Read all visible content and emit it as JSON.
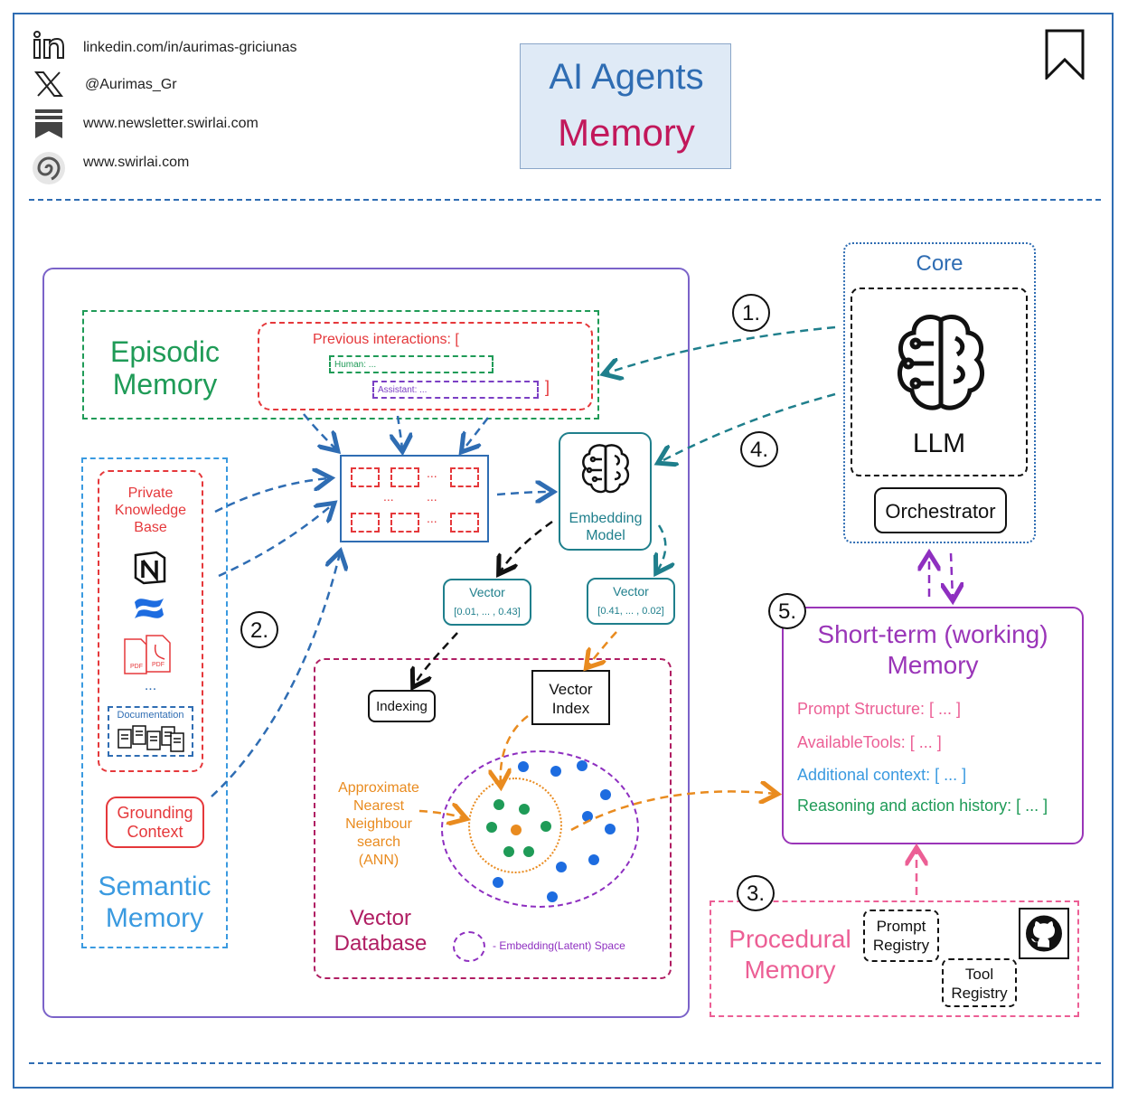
{
  "social": {
    "linkedin": "linkedin.com/in/aurimas-griciunas",
    "x": "@Aurimas_Gr",
    "newsletter": "www.newsletter.swirlai.com",
    "site": "www.swirlai.com"
  },
  "title": {
    "line1": "AI Agents",
    "line2": "Memory"
  },
  "core": {
    "label": "Core",
    "llm": "LLM",
    "orchestrator": "Orchestrator"
  },
  "steps": {
    "s1": "1.",
    "s2": "2.",
    "s3": "3.",
    "s4": "4.",
    "s5": "5."
  },
  "episodic": {
    "line1": "Episodic",
    "line2": "Memory",
    "prev": "Previous interactions: [",
    "human": "Human: ...",
    "assistant": "Assistant: ...",
    "close": "]"
  },
  "chunks": {
    "dots_a": "...",
    "dots_b": "...",
    "dots_c": "...",
    "dots_d": "..."
  },
  "embedding": {
    "line1": "Embedding",
    "line2": "Model"
  },
  "vectors": {
    "left": {
      "label": "Vector",
      "value": "[0.01, ... , 0.43]"
    },
    "right": {
      "label": "Vector",
      "value": "[0.41, ... , 0.02]"
    }
  },
  "semantic": {
    "line1": "Semantic",
    "line2": "Memory",
    "pkb_line1": "Private",
    "pkb_line2": "Knowledge",
    "pkb_line3": "Base",
    "ellipsis": "...",
    "documentation": "Documentation",
    "pdf": "PDF",
    "grounding_line1": "Grounding",
    "grounding_line2": "Context"
  },
  "vectordb": {
    "indexing": "Indexing",
    "vi_line1": "Vector",
    "vi_line2": "Index",
    "ann_line1": "Approximate",
    "ann_line2": "Nearest",
    "ann_line3": "Neighbour",
    "ann_line4": "search",
    "ann_line5": "(ANN)",
    "db_line1": "Vector",
    "db_line2": "Database",
    "legend": "- Embedding(Latent) Space"
  },
  "shortterm": {
    "line1": "Short-term (working)",
    "line2": "Memory",
    "prompt": "Prompt Structure: [ ... ]",
    "tools": "AvailableTools: [ ... ]",
    "context": "Additional context: [ ... ]",
    "reasoning": "Reasoning and action history: [ ... ]"
  },
  "procedural": {
    "line1": "Procedural",
    "line2": "Memory",
    "pr_line1": "Prompt",
    "pr_line2": "Registry",
    "tr_line1": "Tool",
    "tr_line2": "Registry"
  },
  "colors": {
    "blue": "#2f6db3",
    "green": "#1f9b57",
    "red": "#e5383b",
    "teal": "#1f7f8c",
    "purple": "#7b3fc4",
    "orange": "#e98b1f",
    "pink": "#ec5f95",
    "magenta": "#b01e63"
  }
}
